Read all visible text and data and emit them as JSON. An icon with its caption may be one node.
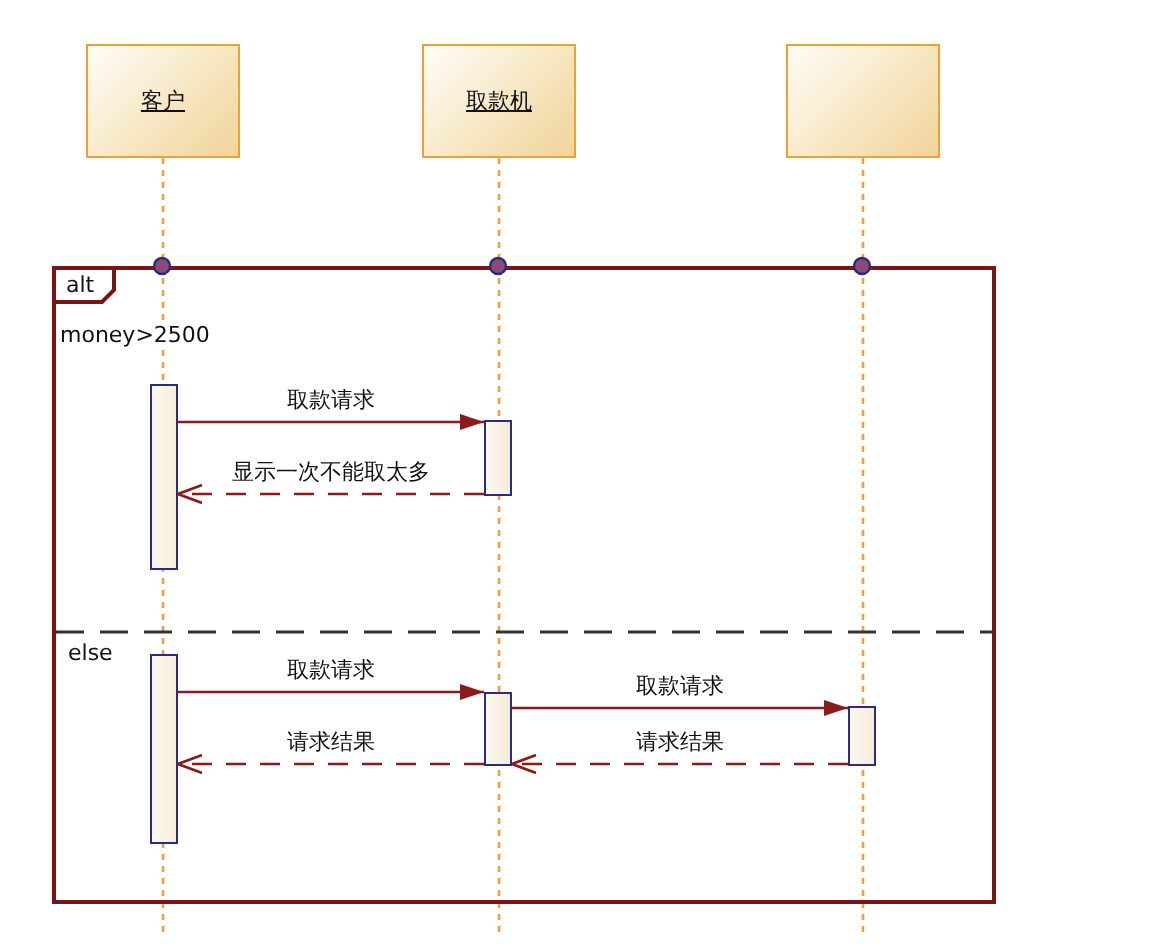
{
  "diagram": {
    "nodes": [
      {
        "text": [
          "客户"
        ]
      },
      {
        "text": [
          "取款机"
        ]
      },
      {
        "text": [],
        "shape": "box"
      },
      {
        "text": [
          "alt",
          "money>2500",
          "else"
        ]
      },
      {
        "text": [],
        "shape": "bar",
        "in": 3
      },
      {
        "text": [],
        "shape": "bar",
        "in": 3
      },
      {
        "text": [],
        "shape": "bar",
        "in": 3
      },
      {
        "text": [],
        "shape": "bar",
        "in": 3
      },
      {
        "text": [],
        "shape": "bar",
        "in": 3
      }
    ],
    "edges": [
      {
        "from": 4,
        "to": 5,
        "arrow": "to",
        "label": "取款请求"
      },
      {
        "from": 5,
        "to": 4,
        "arrow": "to",
        "label": "显示一次不能取太多",
        "style": "dashed"
      },
      {
        "from": 6,
        "to": 7,
        "arrow": "to",
        "label": "取款请求"
      },
      {
        "from": 7,
        "to": 8,
        "arrow": "to",
        "label": "取款请求"
      },
      {
        "from": 8,
        "to": 7,
        "arrow": "to",
        "label": "请求结果",
        "style": "dashed"
      },
      {
        "from": 7,
        "to": 6,
        "arrow": "to",
        "label": "请求结果",
        "style": "dashed"
      },
      {
        "from": 0,
        "to": null,
        "arrow": "none",
        "style": "dashed",
        "color": "#f0a040"
      },
      {
        "from": 1,
        "to": null,
        "arrow": "none",
        "style": "dashed",
        "color": "#f0a040"
      },
      {
        "from": 2,
        "to": null,
        "arrow": "none",
        "style": "dashed",
        "color": "#f0a040"
      }
    ]
  }
}
